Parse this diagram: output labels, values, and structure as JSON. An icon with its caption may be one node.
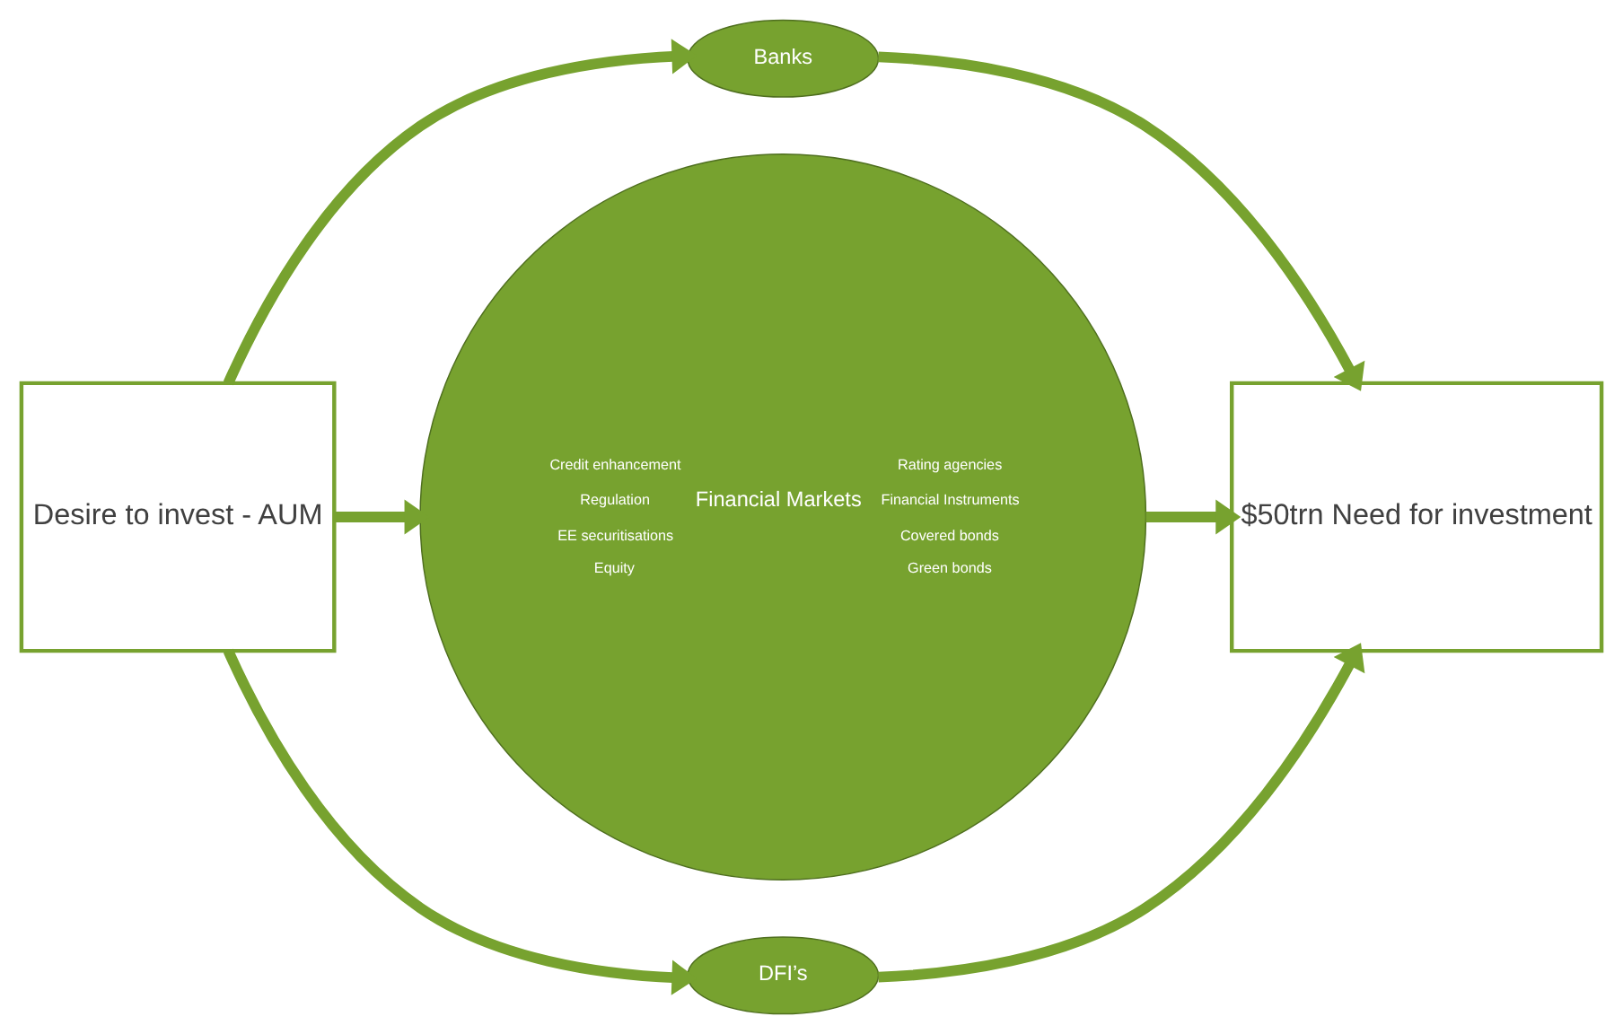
{
  "diagram": {
    "nodes": [
      {
        "text": [
          "Desire to invest - AUM"
        ]
      },
      {
        "text": [
          "Banks"
        ]
      },
      {
        "text": [
          "Credit enhancement",
          "Rating agencies",
          "Regulation",
          "Financial Markets",
          "Financial Instruments",
          "EE securitisations",
          "Covered bonds",
          "Equity",
          "Green bonds"
        ]
      },
      {
        "text": [
          "DFI’s"
        ]
      },
      {
        "text": [
          "$50trn Need for investment"
        ]
      }
    ],
    "edges": [
      {
        "from": 0,
        "to": 1,
        "arrow": "to"
      },
      {
        "from": 0,
        "to": 2,
        "arrow": "to"
      },
      {
        "from": 0,
        "to": 3,
        "arrow": "to"
      },
      {
        "from": 1,
        "to": 4,
        "arrow": "to"
      },
      {
        "from": 2,
        "to": 4,
        "arrow": "to"
      },
      {
        "from": 3,
        "to": 4,
        "arrow": "to"
      }
    ]
  }
}
